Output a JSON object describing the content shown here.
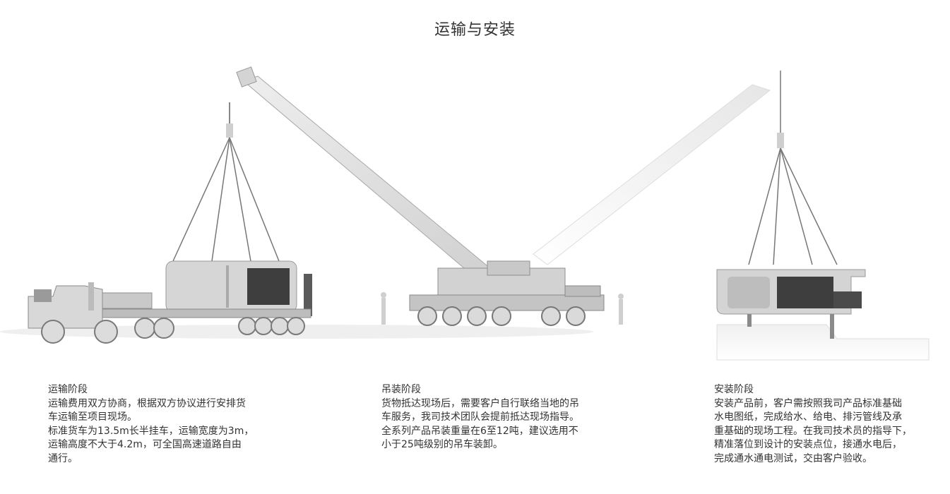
{
  "page": {
    "title": "运输与安装"
  },
  "sections": [
    {
      "heading": "运输阶段",
      "lines": [
        "运输费用双方协商，根据双方协议进行安排货",
        "车运输至项目现场。",
        "标准货车为13.5m长半挂车，运输宽度为3m，",
        "运输高度不大于4.2m，可全国高速道路自由",
        "通行。"
      ]
    },
    {
      "heading": "吊装阶段",
      "lines": [
        "货物抵达现场后，需要客户自行联络当地的吊",
        "车服务，我司技术团队会提前抵达现场指导。",
        "全系列产品吊装重量在6至12吨，建议选用不",
        "小于25吨级别的吊车装卸。"
      ]
    },
    {
      "heading": "安装阶段",
      "lines": [
        "安装产品前，客户需按照我司产品标准基础",
        "水电图纸，完成给水、给电、排污管线及承",
        "重基础的现场工程。在我司技术员的指导下，",
        "精准落位到设计的安装点位，接通水电后，",
        "完成通水通电测试，交由客户验收。"
      ]
    }
  ],
  "illustration": {
    "description_icons": [
      "truck-icon",
      "crane-icon",
      "module-icon"
    ],
    "colors": {
      "body": "#d9d9d9",
      "shade": "#a8a8a8",
      "dark": "#5a5a5a",
      "glass": "#3e3e3e"
    }
  }
}
